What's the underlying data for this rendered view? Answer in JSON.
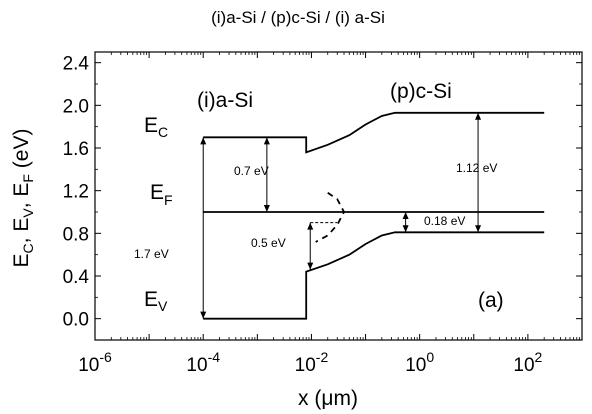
{
  "chart_data": {
    "type": "line",
    "title": "(i)a-Si / (p)c-Si / (i) a-Si",
    "xlabel": "x (μm)",
    "ylabel": "E_C, E_V, E_F (eV)",
    "xscale": "log",
    "xlim": [
      1e-06,
      1000
    ],
    "ylim": [
      -0.2,
      2.5
    ],
    "x_ticks": [
      {
        "base": "10",
        "exp": "-6"
      },
      {
        "base": "10",
        "exp": "-4"
      },
      {
        "base": "10",
        "exp": "-2"
      },
      {
        "base": "10",
        "exp": "0"
      },
      {
        "base": "10",
        "exp": "2"
      }
    ],
    "y_ticks": [
      "0.0",
      "0.4",
      "0.8",
      "1.2",
      "1.6",
      "2.0",
      "2.4"
    ],
    "series": [
      {
        "name": "E_C",
        "style": "solid",
        "points": [
          [
            0.0001,
            1.7
          ],
          [
            0.008,
            1.7
          ],
          [
            0.008,
            1.56
          ],
          [
            0.02,
            1.63
          ],
          [
            0.05,
            1.72
          ],
          [
            0.1,
            1.82
          ],
          [
            0.2,
            1.9
          ],
          [
            0.35,
            1.93
          ],
          [
            1,
            1.93
          ],
          [
            10,
            1.93
          ],
          [
            200,
            1.93
          ]
        ]
      },
      {
        "name": "E_F",
        "style": "solid",
        "points": [
          [
            0.0001,
            1.0
          ],
          [
            200,
            1.0
          ]
        ]
      },
      {
        "name": "E_V",
        "style": "solid",
        "points": [
          [
            0.0001,
            0.0
          ],
          [
            0.008,
            0.0
          ],
          [
            0.008,
            0.44
          ],
          [
            0.02,
            0.51
          ],
          [
            0.05,
            0.6
          ],
          [
            0.1,
            0.7
          ],
          [
            0.2,
            0.78
          ],
          [
            0.35,
            0.81
          ],
          [
            1,
            0.81
          ],
          [
            10,
            0.81
          ],
          [
            200,
            0.81
          ]
        ]
      },
      {
        "name": "E_i",
        "style": "dashed",
        "points": [
          [
            0.02,
            1.18
          ],
          [
            0.03,
            1.12
          ],
          [
            0.04,
            1.0
          ],
          [
            0.03,
            0.88
          ],
          [
            0.02,
            0.78
          ],
          [
            0.012,
            0.72
          ]
        ]
      }
    ],
    "annotations": {
      "region_left": "(i)a-Si",
      "region_right": "(p)c-Si",
      "ec_label": {
        "main": "E",
        "sub": "C"
      },
      "ef_label": {
        "main": "E",
        "sub": "F"
      },
      "ev_label": {
        "main": "E",
        "sub": "V"
      },
      "gap_asi": "1.7 eV",
      "ec_ef_asi": "0.7 eV",
      "gap_csi": "1.12 eV",
      "ef_ev_csi": "0.18 eV",
      "offset": "0.5 eV",
      "panel": "(a)"
    },
    "ylabel_parts": {
      "e": "E",
      "c": "C",
      "v": "V",
      "f": "F",
      "comma": ", ",
      "unit": " (eV)"
    },
    "grid": false,
    "legend": "none"
  }
}
